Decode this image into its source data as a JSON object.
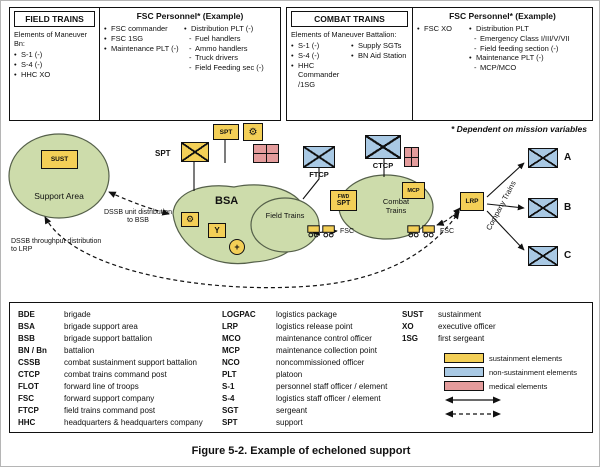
{
  "panels": {
    "field_trains": {
      "title": "FIELD TRAINS",
      "elements_label": "Elements of Maneuver Bn:",
      "elements": [
        "S-1 (-)",
        "S-4 (-)",
        "HHC XO"
      ],
      "fsc_title": "FSC Personnel* (Example)",
      "fsc_left": [
        "FSC commander",
        "FSC 1SG",
        "Maintenance PLT (-)"
      ],
      "fsc_right_head": "Distribution PLT (-)",
      "fsc_right_items": [
        "Fuel handlers",
        "Ammo handlers",
        "Truck drivers",
        "Field Feeding sec (-)"
      ]
    },
    "combat_trains": {
      "title": "COMBAT TRAINS",
      "elements_label": "Elements of Maneuver Battalion:",
      "elements_col1": [
        "S-1 (-)",
        "S-4 (-)",
        "HHC Commander /1SG"
      ],
      "elements_col2": [
        "Supply SGTs",
        "BN Aid Station"
      ],
      "fsc_title": "FSC Personnel* (Example)",
      "fsc_left": [
        "FSC XO"
      ],
      "fsc_right": [
        "Distribution PLT",
        "Emergency Class I/III/V/VII",
        "Field feeding section (-)",
        "Maintenance PLT (-)",
        "MCP/MCO"
      ]
    },
    "footnote": "* Dependent on mission variables"
  },
  "diagram": {
    "support_area_label": "Support Area",
    "sust_label": "SUST",
    "bsa_label": "BSA",
    "field_trains_label": "Field Trains",
    "combat_trains_label": "Combat Trains",
    "ftcp_label": "FTCP",
    "ctcp_label": "CTCP",
    "spt_label": "SPT",
    "spt_small_label": "SPT",
    "fwd_label": "FWD",
    "fwd_spt_label": "SPT",
    "mcp_label": "MCP",
    "lrp_label": "LRP",
    "company_trains_label": "Company Trains",
    "companies": [
      "A",
      "B",
      "C"
    ],
    "fsc_label_left": "FSC",
    "fsc_label_right": "FSC",
    "dssb_unit_note": "DSSB unit distribution to BSB",
    "dssb_throughput_note": "DSSB throughput distribution to LRP"
  },
  "legend": {
    "col1": [
      {
        "abbr": "BDE",
        "def": "brigade"
      },
      {
        "abbr": "BSA",
        "def": "brigade support area"
      },
      {
        "abbr": "BSB",
        "def": "brigade support battalion"
      },
      {
        "abbr": "BN / Bn",
        "def": "battalion"
      },
      {
        "abbr": "CSSB",
        "def": "combat sustainment support battalion"
      },
      {
        "abbr": "CTCP",
        "def": "combat trains command post"
      },
      {
        "abbr": "FLOT",
        "def": "forward line of troops"
      },
      {
        "abbr": "FSC",
        "def": "forward support company"
      },
      {
        "abbr": "FTCP",
        "def": "field trains command post"
      },
      {
        "abbr": "HHC",
        "def": "headquarters & headquarters company"
      }
    ],
    "col2": [
      {
        "abbr": "LOGPAC",
        "def": "logistics package"
      },
      {
        "abbr": "LRP",
        "def": "logistics release point"
      },
      {
        "abbr": "MCO",
        "def": "maintenance control officer"
      },
      {
        "abbr": "MCP",
        "def": "maintenance collection point"
      },
      {
        "abbr": "NCO",
        "def": "noncommissioned officer"
      },
      {
        "abbr": "PLT",
        "def": "platoon"
      },
      {
        "abbr": "S-1",
        "def": "personnel staff officer / element"
      },
      {
        "abbr": "S-4",
        "def": "logistics staff officer / element"
      },
      {
        "abbr": "SGT",
        "def": "sergeant"
      },
      {
        "abbr": "SPT",
        "def": "support"
      }
    ],
    "col3": [
      {
        "abbr": "SUST",
        "def": "sustainment"
      },
      {
        "abbr": "XO",
        "def": "executive officer"
      },
      {
        "abbr": "1SG",
        "def": "first sergeant"
      }
    ],
    "swatches": [
      {
        "label": "sustainment elements",
        "color": "#f3cf57"
      },
      {
        "label": "non-sustainment elements",
        "color": "#a9c9e4"
      },
      {
        "label": "medical elements",
        "color": "#e49c9c"
      }
    ]
  },
  "caption": "Figure 5-2. Example of echeloned support",
  "colors": {
    "blob_green": "#cddcab",
    "unit_yellow": "#f3cf57",
    "unit_blue": "#a9c9e4",
    "medical_red": "#e49c9c"
  },
  "icons": {
    "gear": "⚙",
    "supply": "Y",
    "cross": "+"
  }
}
